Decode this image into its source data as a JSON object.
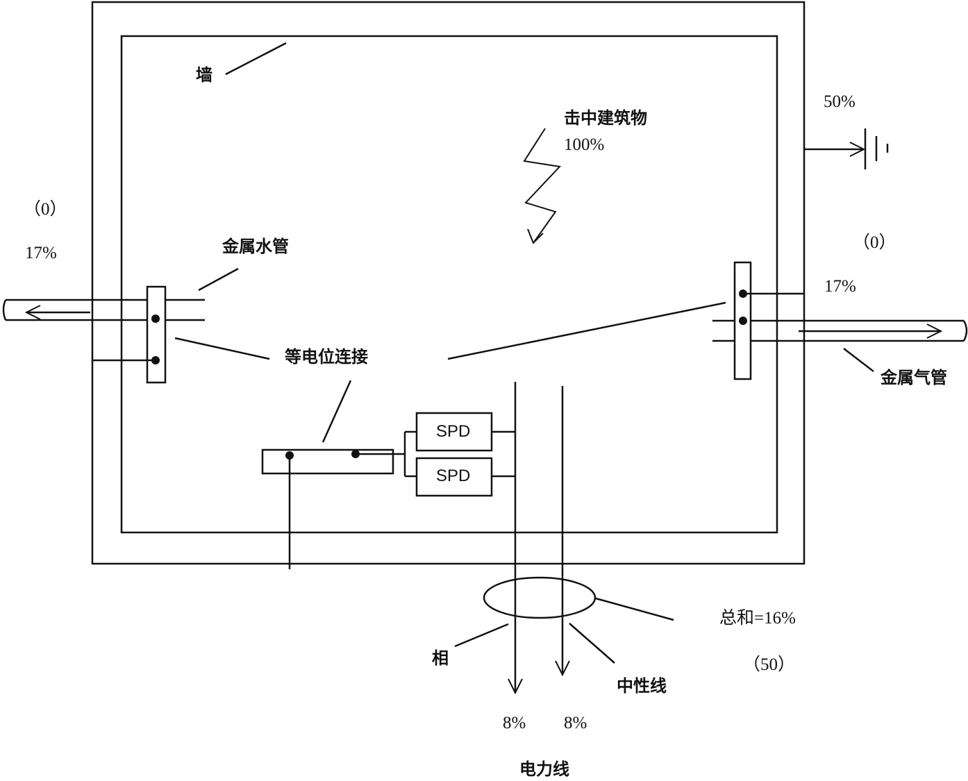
{
  "labels": {
    "wall": "墙",
    "strike_title": "击中建筑物",
    "strike_value": "100%",
    "ground_value": "50%",
    "left_paren": "（0）",
    "left_value": "17%",
    "water_pipe": "金属水管",
    "right_paren": "（0）",
    "right_value": "17%",
    "gas_pipe": "金属气管",
    "equipotential": "等电位连接",
    "spd_1": "SPD",
    "spd_2": "SPD",
    "sum_value": "总和=16%",
    "sum_paren": "（50）",
    "phase": "相",
    "neutral": "中性线",
    "phase_value": "8%",
    "neutral_value": "8%",
    "power_line": "电力线"
  }
}
